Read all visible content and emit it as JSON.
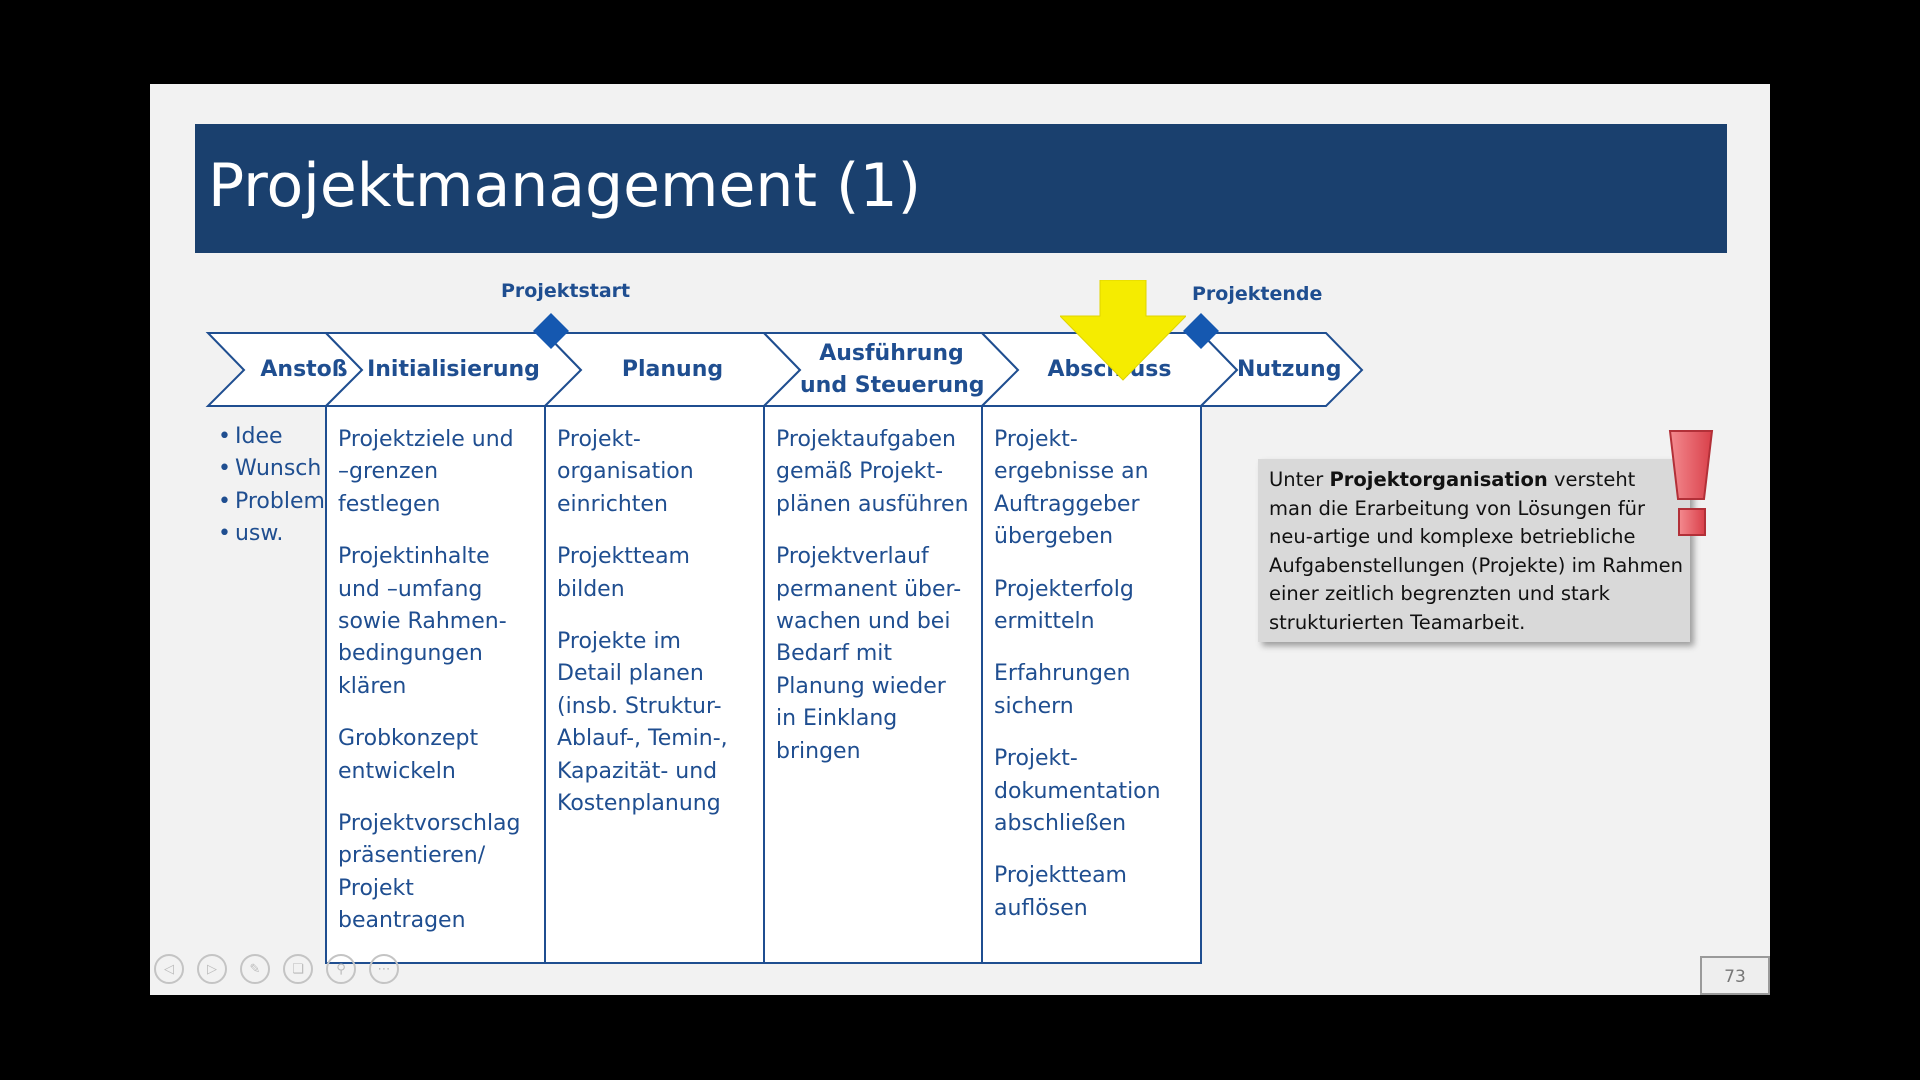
{
  "slide": {
    "title": "Projektmanagement (1)",
    "page_number": "73"
  },
  "milestones": {
    "start": "Projektstart",
    "end": "Projektende"
  },
  "phases": [
    {
      "line1": "Anstoß",
      "line2": ""
    },
    {
      "line1": "Initialisierung",
      "line2": ""
    },
    {
      "line1": "Planung",
      "line2": ""
    },
    {
      "line1": "Ausführung",
      "line2": "und Steuerung"
    },
    {
      "line1": "Abschluss",
      "line2": ""
    },
    {
      "line1": "Nutzung",
      "line2": ""
    }
  ],
  "anstoss_bullets": [
    "Idee",
    "Wunsch",
    "Problem",
    "usw."
  ],
  "columns": [
    {
      "items": [
        [
          "Projektziele und",
          "–grenzen",
          "festlegen"
        ],
        [
          "Projektinhalte",
          "und –umfang",
          "sowie Rahmen-",
          "bedingungen",
          "klären"
        ],
        [
          "Grobkonzept",
          "entwickeln"
        ],
        [
          "Projektvorschlag",
          "präsentieren/",
          "Projekt",
          "beantragen"
        ]
      ]
    },
    {
      "items": [
        [
          "Projekt-",
          "organisation",
          "einrichten"
        ],
        [
          "Projektteam",
          "bilden"
        ],
        [
          "Projekte im",
          "Detail planen",
          "(insb. Struktur-",
          "Ablauf-, Temin-,",
          "Kapazität- und",
          "Kostenplanung"
        ]
      ]
    },
    {
      "items": [
        [
          "Projektaufgaben",
          "gemäß Projekt-",
          "plänen ausführen"
        ],
        [
          "Projektverlauf",
          "permanent über-",
          "wachen und bei",
          "Bedarf mit",
          "Planung wieder",
          "in Einklang",
          "bringen"
        ]
      ]
    },
    {
      "items": [
        [
          "Projekt-",
          "ergebnisse an",
          "Auftraggeber",
          "übergeben"
        ],
        [
          "Projekterfolg",
          "ermitteln"
        ],
        [
          "Erfahrungen",
          "sichern"
        ],
        [
          "Projekt-",
          "dokumentation",
          "abschließen"
        ],
        [
          "Projektteam",
          "auflösen"
        ]
      ]
    }
  ],
  "info_box": {
    "prefix": "Unter ",
    "bold": "Projektorganisation",
    "rest": " versteht man die Erarbeitung von Lösungen für neu-artige und komplexe betriebliche Aufgabenstellungen (Projekte) im Rahmen einer zeitlich begrenzten und stark strukturierten Teamarbeit."
  },
  "icons": {
    "controls": [
      "previous-icon",
      "play-icon",
      "pen-icon",
      "slides-icon",
      "zoom-icon",
      "more-icon"
    ]
  },
  "colors": {
    "title_bg": "#1a406e",
    "text_blue": "#1f4e90",
    "milestone": "#1558b0",
    "arrow_yellow": "#f5ec00",
    "exclaim_red": "#e8535a"
  }
}
